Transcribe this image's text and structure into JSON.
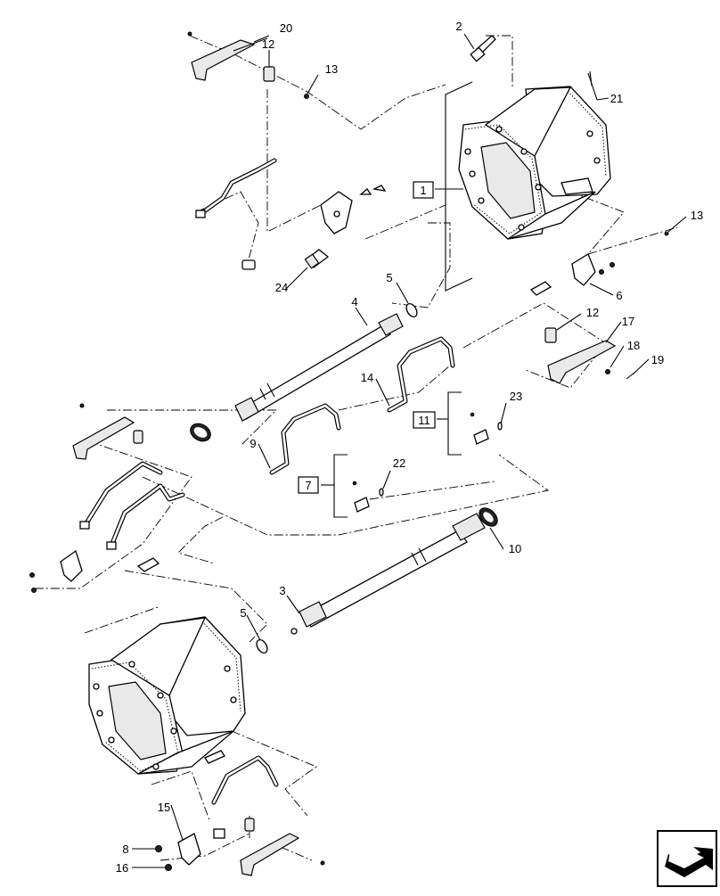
{
  "diagram": {
    "callouts": [
      {
        "id": "c20",
        "label": "20"
      },
      {
        "id": "c12a",
        "label": "12"
      },
      {
        "id": "c13a",
        "label": "13"
      },
      {
        "id": "c2",
        "label": "2"
      },
      {
        "id": "c21",
        "label": "21"
      },
      {
        "id": "c1",
        "label": "1"
      },
      {
        "id": "c13b",
        "label": "13"
      },
      {
        "id": "c24",
        "label": "24"
      },
      {
        "id": "c5a",
        "label": "5"
      },
      {
        "id": "c4",
        "label": "4"
      },
      {
        "id": "c6",
        "label": "6"
      },
      {
        "id": "c12b",
        "label": "12"
      },
      {
        "id": "c17",
        "label": "17"
      },
      {
        "id": "c18",
        "label": "18"
      },
      {
        "id": "c19",
        "label": "19"
      },
      {
        "id": "c14",
        "label": "14"
      },
      {
        "id": "c23",
        "label": "23"
      },
      {
        "id": "c11",
        "label": "11"
      },
      {
        "id": "c9",
        "label": "9"
      },
      {
        "id": "c22",
        "label": "22"
      },
      {
        "id": "c7",
        "label": "7"
      },
      {
        "id": "c10",
        "label": "10"
      },
      {
        "id": "c3",
        "label": "3"
      },
      {
        "id": "c5b",
        "label": "5"
      },
      {
        "id": "c15",
        "label": "15"
      },
      {
        "id": "c8",
        "label": "8"
      },
      {
        "id": "c16",
        "label": "16"
      }
    ],
    "nav_icon": "next-page-arrow-icon"
  }
}
